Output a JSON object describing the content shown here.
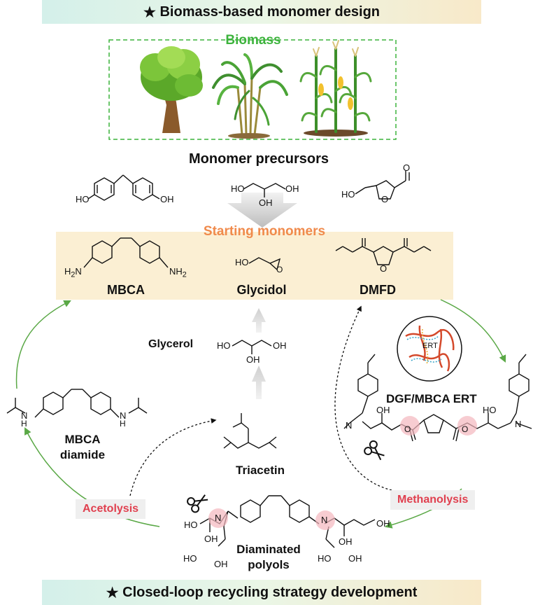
{
  "header": {
    "star": "★",
    "title": "Biomass-based monomer design"
  },
  "footer": {
    "star": "★",
    "title": "Closed-loop recycling strategy development"
  },
  "biomass": {
    "label": "Biomass",
    "items": [
      "tree-icon",
      "grass-icon",
      "corn-icon"
    ]
  },
  "precursors": {
    "title": "Monomer precursors"
  },
  "starting": {
    "title": "Starting monomers",
    "monomers": [
      "MBCA",
      "Glycidol",
      "DMFD"
    ]
  },
  "glycerol": {
    "label": "Glycerol"
  },
  "triacetin": {
    "label": "Triacetin"
  },
  "mbca_diamide": {
    "line1": "MBCA",
    "line2": "diamide"
  },
  "ert": {
    "label": "DGF/MBCA ERT",
    "inset": "ERT"
  },
  "diaminated": {
    "line1": "Diaminated",
    "line2": "polyols"
  },
  "processes": {
    "acetolysis": "Acetolysis",
    "methanolysis": "Methanolysis"
  },
  "atoms": {
    "OH": "OH",
    "HO": "HO",
    "NH2": "NH",
    "H2N": "H",
    "N": "N",
    "O": "O",
    "H": "H",
    "sub2": "2"
  },
  "colors": {
    "green_arrow": "#5aa846",
    "biomass_green": "#3cb33c",
    "starting_orange": "#f08a4b",
    "highlight": "#f4b6bd",
    "tag_red": "#e0404f"
  }
}
